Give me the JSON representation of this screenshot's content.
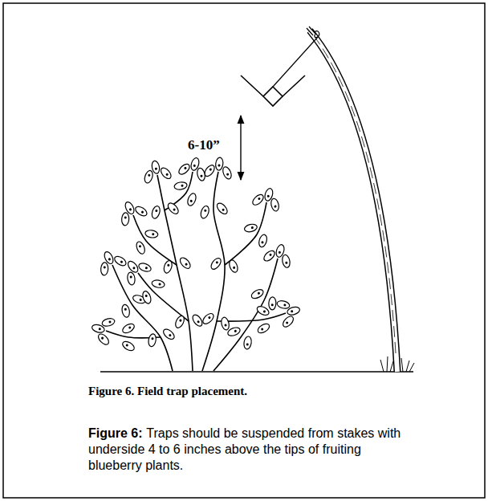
{
  "diagram": {
    "caption": "Traps should be suspended from stakes with underside 4 to 6 inches above the tips of fruiting blueberry plants.",
    "labels": [
      "6-10”",
      "Figure 6. Field trap placement.",
      "Figure 6:"
    ]
  }
}
